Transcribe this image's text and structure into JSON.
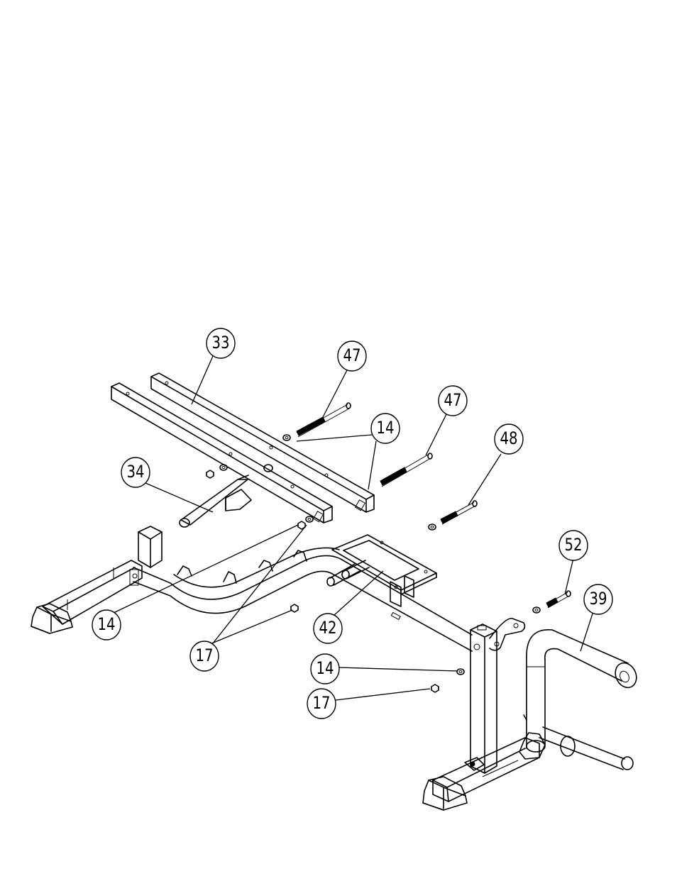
{
  "diagram": {
    "callouts": [
      {
        "id": "c33",
        "label": "33"
      },
      {
        "id": "c47a",
        "label": "47"
      },
      {
        "id": "c47b",
        "label": "47"
      },
      {
        "id": "c14a",
        "label": "14"
      },
      {
        "id": "c48",
        "label": "48"
      },
      {
        "id": "c34",
        "label": "34"
      },
      {
        "id": "c52",
        "label": "52"
      },
      {
        "id": "c39",
        "label": "39"
      },
      {
        "id": "c14b",
        "label": "14"
      },
      {
        "id": "c42",
        "label": "42"
      },
      {
        "id": "c17a",
        "label": "17"
      },
      {
        "id": "c14c",
        "label": "14"
      },
      {
        "id": "c17b",
        "label": "17"
      }
    ]
  }
}
